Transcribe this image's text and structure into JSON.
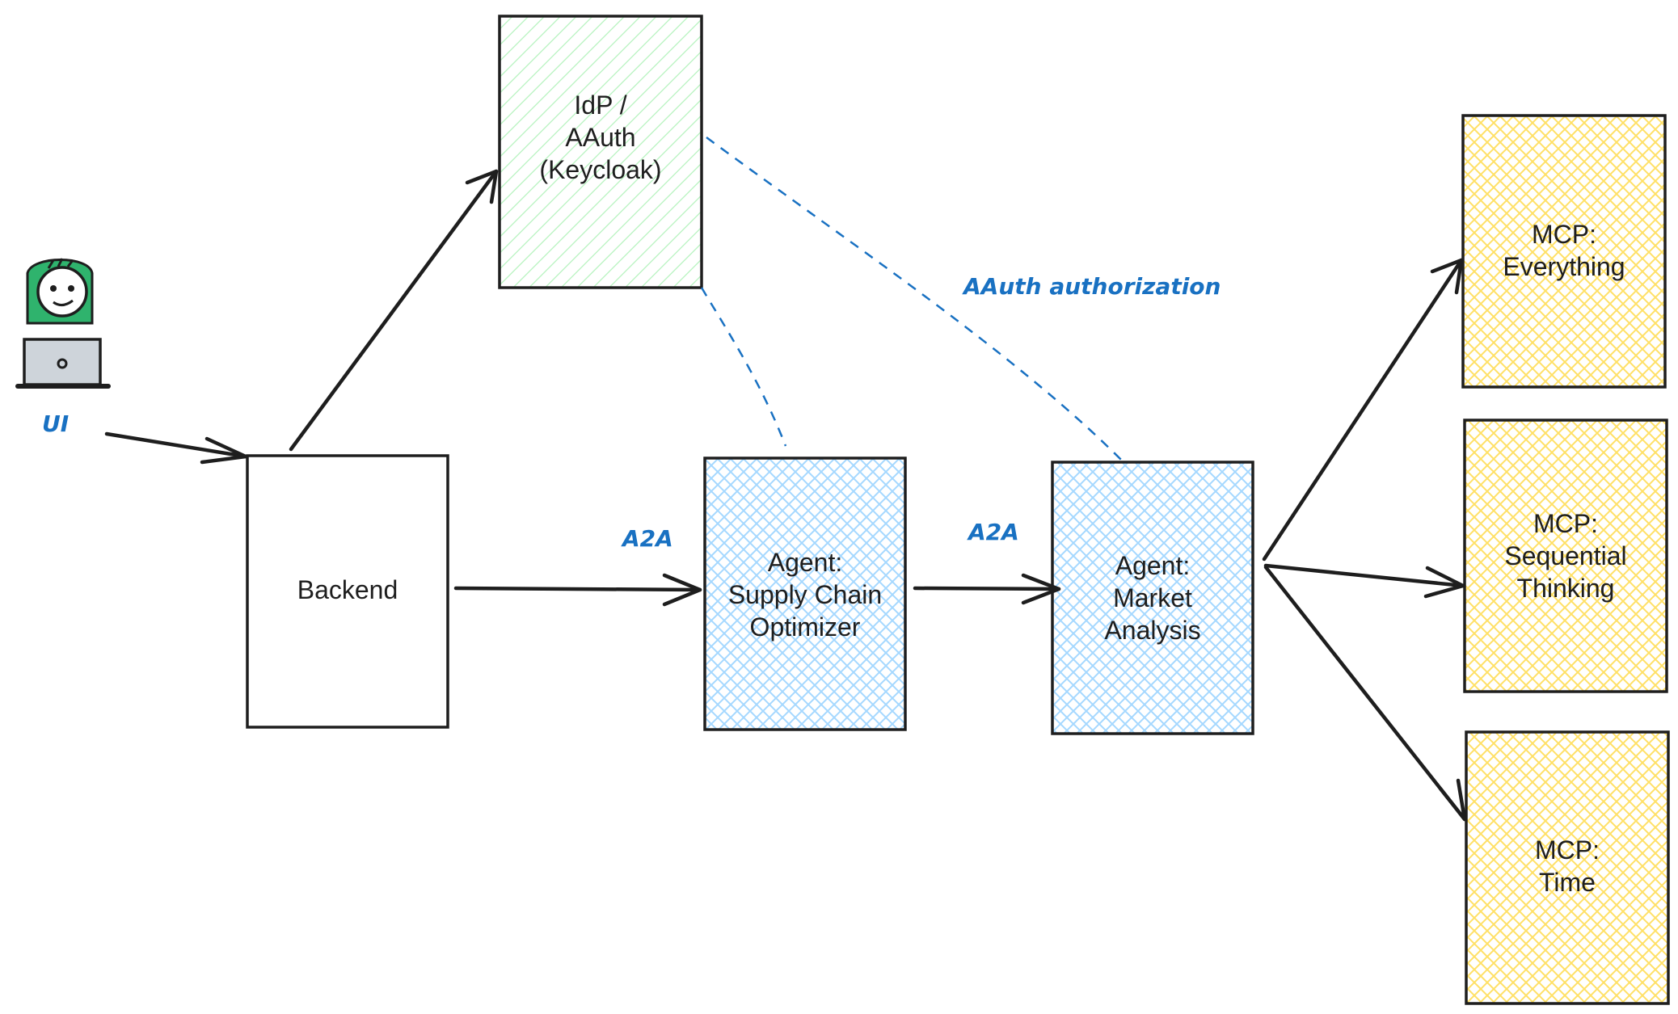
{
  "nodes": {
    "user": {
      "label": "UI",
      "icon": "user-with-laptop-icon"
    },
    "idp": {
      "label": "IdP /\nAAuth\n(Keycloak)",
      "fill": "#b2f2bb"
    },
    "backend": {
      "label": "Backend",
      "fill": "#ffffff"
    },
    "agent_supply": {
      "label": "Agent:\nSupply Chain\nOptimizer",
      "fill": "#a5d8ff"
    },
    "agent_market": {
      "label": "Agent:\nMarket\nAnalysis",
      "fill": "#a5d8ff"
    },
    "mcp_everything": {
      "label": "MCP:\nEverything",
      "fill": "#ffec99"
    },
    "mcp_sequential": {
      "label": "MCP:\nSequential\nThinking",
      "fill": "#ffec99"
    },
    "mcp_time": {
      "label": "MCP:\nTime",
      "fill": "#ffec99"
    }
  },
  "edge_labels": {
    "a2a_first": "A2A",
    "a2a_second": "A2A",
    "aauth": "AAuth authorization"
  },
  "colors": {
    "stroke": "#1e1e1e",
    "annotation": "#1971c2",
    "skin": "#ffffff",
    "shirt": "#2fb36d",
    "laptop": "#ced4da"
  }
}
